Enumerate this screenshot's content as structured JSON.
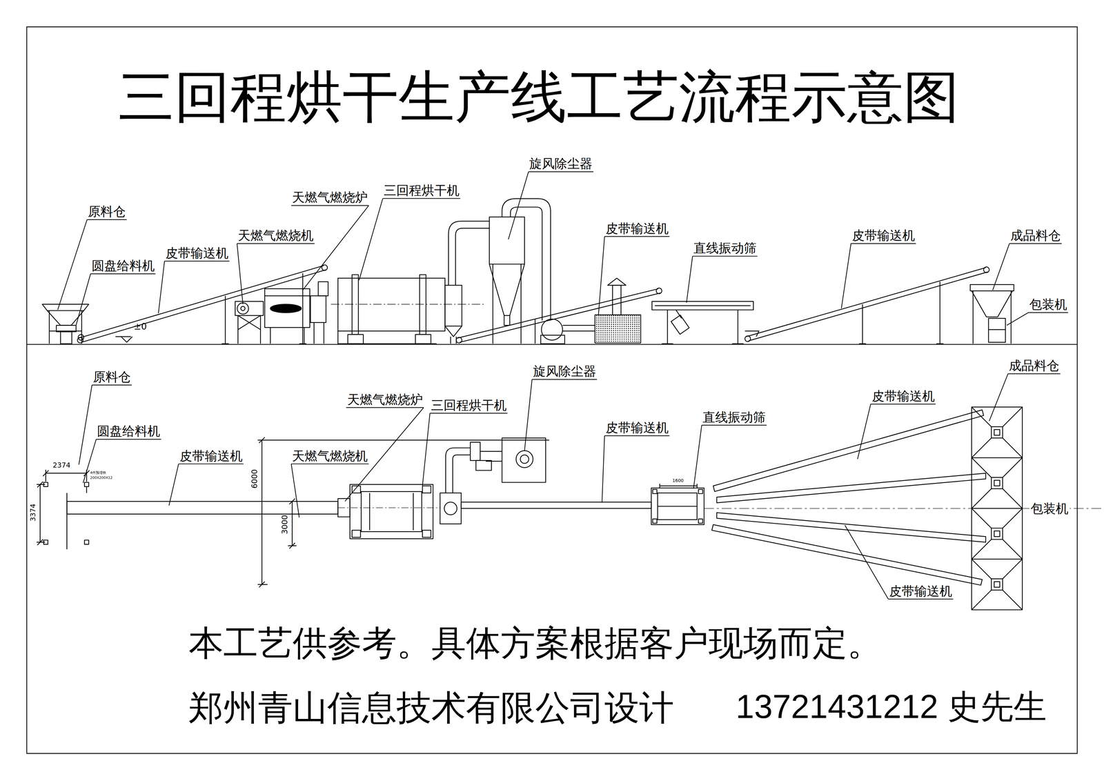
{
  "diagram": {
    "title": "三回程烘干生产线工艺流程示意图",
    "labels": [
      "原料仓",
      "圆盘给料机",
      "皮带输送机",
      "天燃气燃烧机",
      "天燃气燃烧炉",
      "三回程烘干机",
      "旋风除尘器",
      "皮带输送机",
      "直线振动筛",
      "皮带输送机",
      "成品料仓",
      "包装机",
      "±0",
      "原料仓",
      "圆盘给料机",
      "2374",
      "4件预埋铁",
      "200X200X12",
      "3374",
      "皮带输送机",
      "天燃气燃烧机",
      "天燃气燃烧炉",
      "三回程烘干机",
      "6000",
      "3000",
      "旋风除尘器",
      "皮带输送机",
      "直线振动筛",
      "1600",
      "皮带输送机",
      "成品料仓",
      "包装机",
      "皮带输送机",
      "本工艺供参考。具体方案根据客户现场而定。",
      "郑州青山信息技术有限公司设计",
      "13721431212 史先生"
    ]
  }
}
